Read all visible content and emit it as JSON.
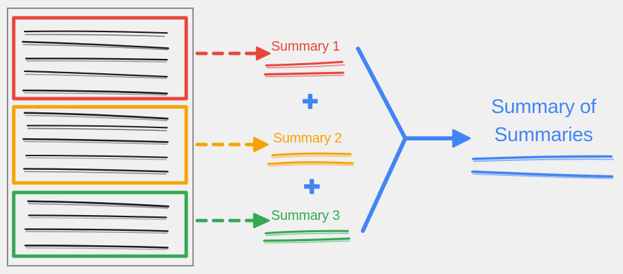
{
  "diagram": {
    "title": "Summary of Summaries",
    "background_color": "#f0f0f0",
    "document_panel": {
      "name": "source-document",
      "border_color": "#808080",
      "chunks": [
        {
          "id": "chunk-1",
          "color": "#e8453c",
          "label": "red-chunk",
          "text_line_count": 5
        },
        {
          "id": "chunk-2",
          "color": "#f5a300",
          "label": "orange-chunk",
          "text_line_count": 5
        },
        {
          "id": "chunk-3",
          "color": "#34a853",
          "label": "green-chunk",
          "text_line_count": 4
        }
      ]
    },
    "summaries": [
      {
        "id": "summary-1",
        "label": "Summary 1",
        "color": "#e8453c"
      },
      {
        "id": "summary-2",
        "label": "Summary 2",
        "color": "#f5a300"
      },
      {
        "id": "summary-3",
        "label": "Summary 3",
        "color": "#34a853"
      }
    ],
    "operators": [
      {
        "id": "plus-1",
        "glyph": "+",
        "color": "#4285f4"
      },
      {
        "id": "plus-2",
        "glyph": "+",
        "color": "#4285f4"
      }
    ],
    "final_output": {
      "id": "summary-of-summaries",
      "line_1": "Summary of",
      "line_2": "Summaries",
      "color": "#4285f4"
    }
  }
}
